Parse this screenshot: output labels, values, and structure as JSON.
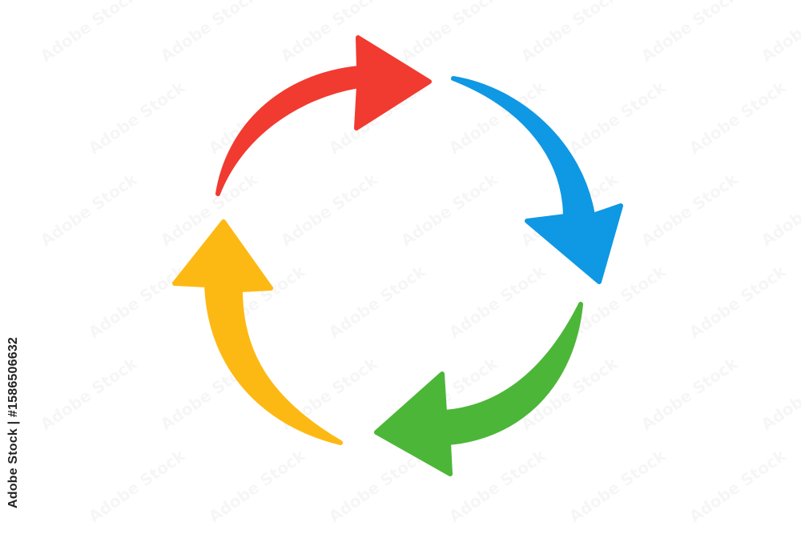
{
  "diagram": {
    "type": "cycle",
    "arrows": [
      {
        "id": "top",
        "color": "#f13a30",
        "icon": "curved-arrow-right"
      },
      {
        "id": "right",
        "color": "#0f98e3",
        "icon": "curved-arrow-down"
      },
      {
        "id": "bottom",
        "color": "#4cb638",
        "icon": "curved-arrow-left"
      },
      {
        "id": "left",
        "color": "#fdb913",
        "icon": "curved-arrow-up"
      }
    ]
  },
  "watermark": {
    "brand": "Adobe Stock",
    "side_text": "Adobe Stock | #1586506632"
  },
  "background": "#ffffff"
}
